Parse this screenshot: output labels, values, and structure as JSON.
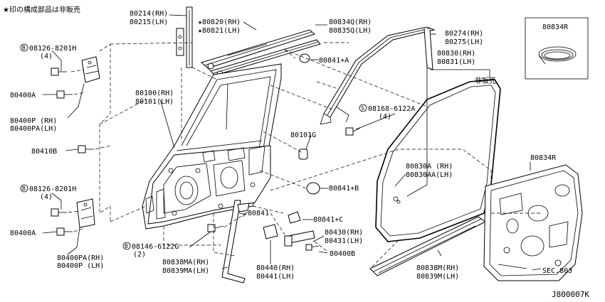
{
  "note": "★印の構成部品は非販売",
  "labels": {
    "l80214": "80214(RH)",
    "l80215": "80215(LH)",
    "l80820": "★80820(RH)",
    "l80821": "★80821(LH)",
    "l80834q": "80834Q(RH)",
    "l80835q": "80835Q(LH)",
    "l80834r_top": "80834R",
    "l08126a": "08126-8201H",
    "l08126a_qty": "(4)",
    "l80400a_1": "80400A",
    "l80400p_1": "80400P (RH)",
    "l80400pa_1": "80400PA(LH)",
    "l80410b": "80410B",
    "l08126b": "08126-8201H",
    "l08126b_qty": "(4)",
    "l80400a_2": "80400A",
    "l80400pa_2": "80400PA(RH)",
    "l80400p_2": "80400P (LH)",
    "l80100": "80100(RH)",
    "l80101": "80101(LH)",
    "l80841a": "80841+A",
    "l80274": "80274(RH)",
    "l80275": "80275(LH)",
    "l80830": "80830(RH)",
    "l80831": "80831(LH)",
    "l_nonsale": "非販売",
    "l08168": "08168-6122A",
    "l08168_qty": "(4)",
    "l80101g": "80101G",
    "l80841b": "80841+B",
    "l80830a": "80830A (RH)",
    "l80830aa": "80830AA(LH)",
    "l80834r_mid": "80834R",
    "l80841": "80841",
    "l80841c": "80841+C",
    "l08146": "08146-6122G",
    "l08146_qty": "(2)",
    "l80430": "80430(RH)",
    "l80431": "80431(LH)",
    "l80400b": "80400B",
    "l80838ma": "80838MA(RH)",
    "l80839ma": "80839MA(LH)",
    "l80440": "80440(RH)",
    "l80441": "80441(LH)",
    "l80838m": "80838M(RH)",
    "l80839m": "80839M(LH)",
    "l_sec803": "SEC.803",
    "l_code": "J800007K"
  },
  "bolt_symbol": "B",
  "screw_symbol": "S"
}
